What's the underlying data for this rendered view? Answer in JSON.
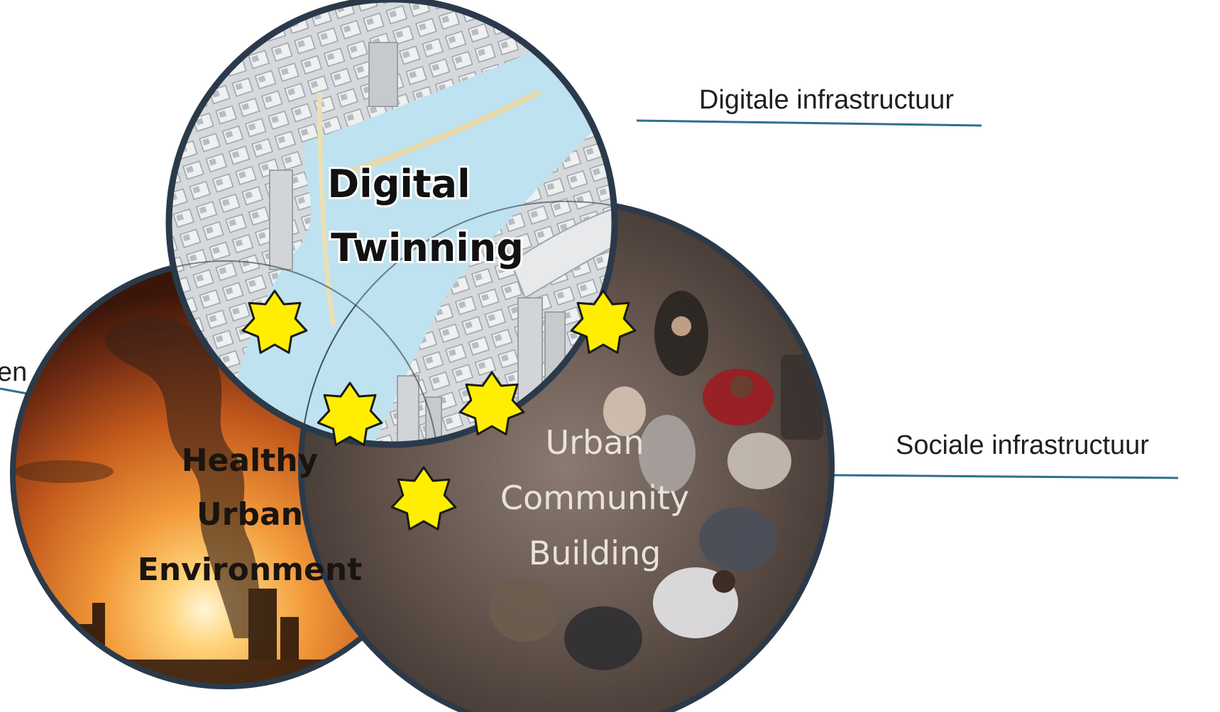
{
  "callouts": {
    "digital": "Digitale infrastructuur",
    "social": "Sociale infrastructuur",
    "environment_partial": "en"
  },
  "circles": {
    "digital": {
      "line1": "Digital",
      "line2": "Twinning"
    },
    "health": {
      "line1": "Healthy",
      "line2": "Urban",
      "line3": "Environment"
    },
    "community": {
      "line1": "Urban",
      "line2": "Community",
      "line3": "Building"
    }
  },
  "colors": {
    "leader_line": "#2e6f8e",
    "ring": "#2b3a4a",
    "star_fill": "#ffee00",
    "star_stroke": "#1a1a1a",
    "sky_water": "#bfe2f0",
    "sunset_orange": "#e07a22"
  },
  "star_count": 5
}
